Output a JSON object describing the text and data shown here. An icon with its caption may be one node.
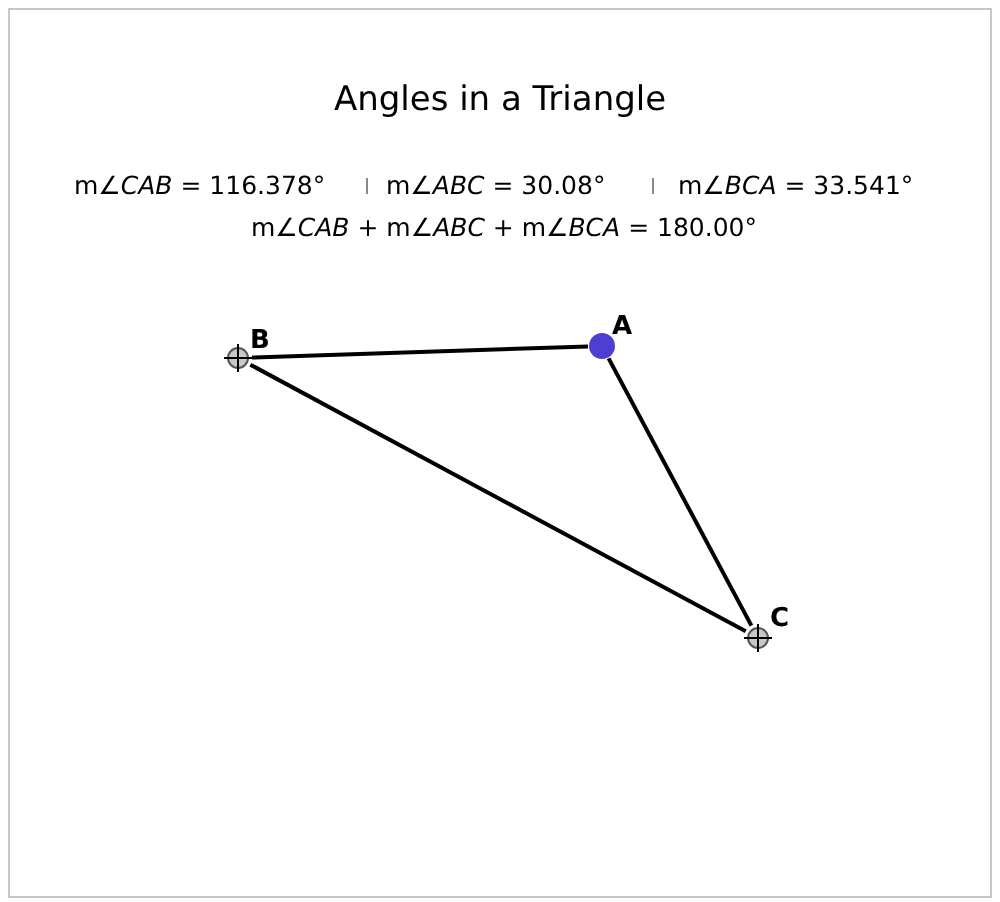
{
  "diagram": {
    "title": "Angles in a Triangle",
    "nodes": [
      {
        "text": [],
        "shape": "circle",
        "beside": [
          "B"
        ]
      },
      {
        "text": [],
        "shape": "circle",
        "beside": [
          "A"
        ]
      },
      {
        "text": [],
        "shape": "circle",
        "beside": [
          "C"
        ]
      }
    ],
    "edges": [
      {
        "from": 0,
        "to": 1,
        "arrow": "none"
      },
      {
        "from": 1,
        "to": 2,
        "arrow": "none"
      },
      {
        "from": 2,
        "to": 0,
        "arrow": "none"
      }
    ],
    "labels": [
      "m∠*CAB* = 116.378°",
      "m∠*ABC* = 30.08°",
      "m∠*BCA* = 33.541°",
      "m∠*CAB* + m∠*ABC* + m∠*BCA* = 180.00°"
    ]
  }
}
